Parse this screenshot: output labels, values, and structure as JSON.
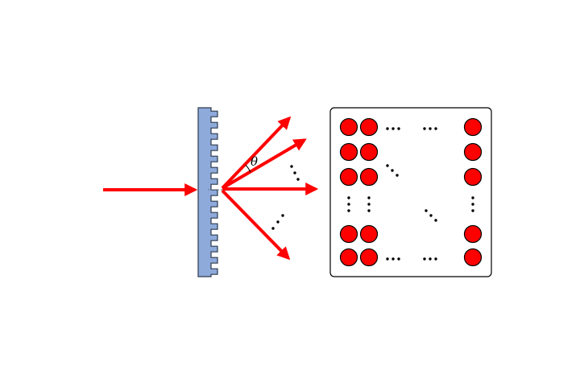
{
  "diagram": {
    "angle_label": "θ",
    "colors": {
      "beam": "#ff0000",
      "grating_fill": "#8eaadb",
      "grating_stroke": "#2f3b4c",
      "spot_fill": "#ff0000",
      "spot_stroke": "#000000",
      "screen_stroke": "#000000"
    },
    "grating_teeth": 15,
    "diffracted_beam_count": 4
  }
}
